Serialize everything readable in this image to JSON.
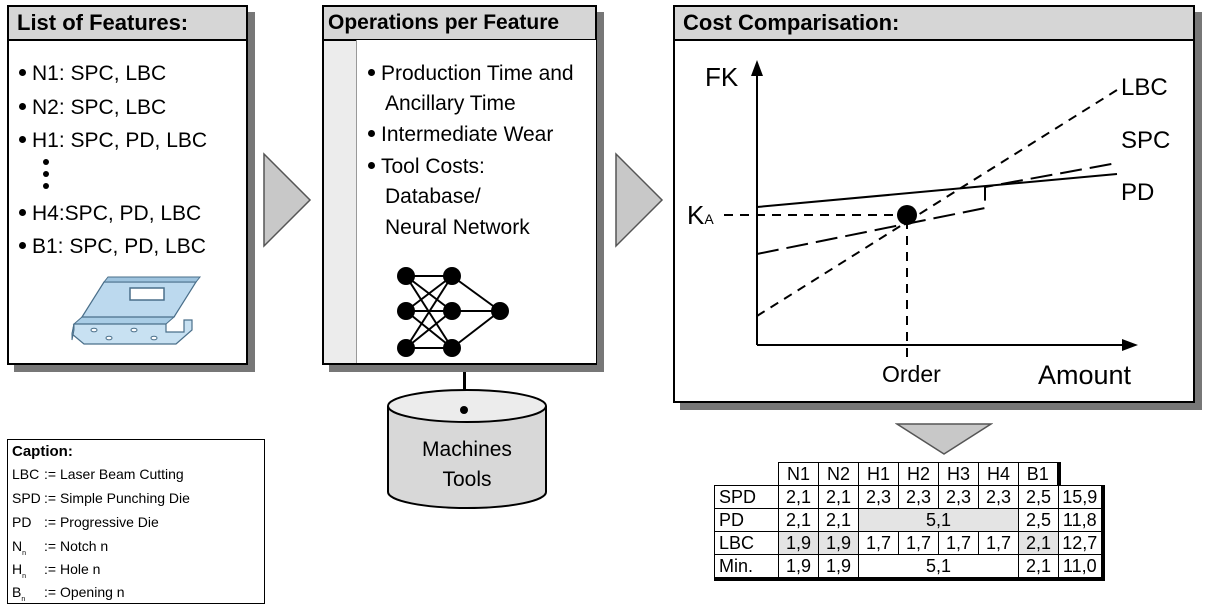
{
  "features_panel": {
    "title": "List of Features:",
    "items": [
      "N1: SPC, LBC",
      "N2: SPC, LBC",
      "H1: SPC, PD, LBC",
      "H4:SPC, PD, LBC",
      "B1: SPC, PD, LBC"
    ]
  },
  "operations_panel": {
    "title": "Operations per Feature",
    "items": [
      [
        "Production Time and",
        "Ancillary Time"
      ],
      [
        "Intermediate Wear"
      ],
      [
        "Tool Costs:",
        "Database/",
        "Neural Network"
      ]
    ]
  },
  "database": {
    "line1": "Machines",
    "line2": "Tools"
  },
  "cost_panel": {
    "title": "Cost Comparisation:",
    "y_label": "FK",
    "ka_label": "K",
    "ka_sub": "A",
    "order_label": "Order",
    "x_label": "Amount",
    "series": [
      "LBC",
      "SPC",
      "PD"
    ]
  },
  "caption": {
    "title": "Caption:",
    "rows": [
      {
        "abbr": "LBC",
        "def": ":= Laser Beam Cutting"
      },
      {
        "abbr": "SPD",
        "def": ":= Simple Punching Die"
      },
      {
        "abbr": "PD",
        "def": ":= Progressive Die"
      },
      {
        "abbr": "N",
        "sub": "n",
        "def": ":= Notch n"
      },
      {
        "abbr": "H",
        "sub": "n",
        "def": ":= Hole n"
      },
      {
        "abbr": "B",
        "sub": "n",
        "def": ":= Opening n"
      }
    ]
  },
  "table": {
    "columns": [
      "N1",
      "N2",
      "H1",
      "H2",
      "H3",
      "H4",
      "B1"
    ],
    "rows": {
      "spd": {
        "label": "SPD",
        "cells": [
          "2,1",
          "2,1",
          "2,3",
          "2,3",
          "2,3",
          "2,3",
          "2,5"
        ],
        "total": "15,9"
      },
      "pd": {
        "label": "PD",
        "n1": "2,1",
        "n2": "2,1",
        "merged": "5,1",
        "b1": "2,5",
        "total": "11,8"
      },
      "lbc": {
        "label": "LBC",
        "cells": [
          "1,9",
          "1,9",
          "1,7",
          "1,7",
          "1,7",
          "1,7",
          "2,1"
        ],
        "total": "12,7"
      },
      "min": {
        "label": "Min.",
        "n1": "1,9",
        "n2": "1,9",
        "merged": "5,1",
        "b1": "2,1",
        "total": "11,0"
      }
    },
    "highlight_color": "#e4e4e4"
  }
}
